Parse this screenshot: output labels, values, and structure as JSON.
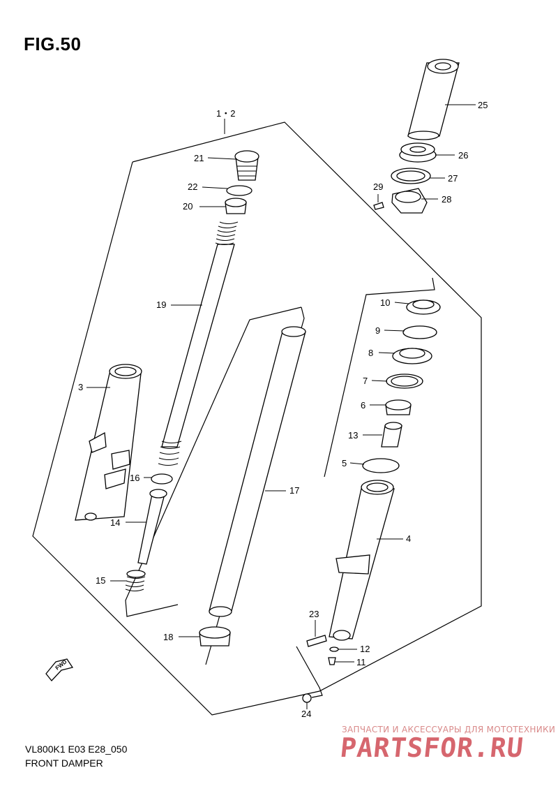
{
  "figure": {
    "title": "FIG.50",
    "model_code": "VL800K1 E03 E28_050",
    "subtitle": "FRONT DAMPER"
  },
  "watermark": {
    "caption": "ЗАПЧАСТИ И АКСЕССУАРЫ ДЛЯ МОТОТЕХНИКИ",
    "logo": "PARTSFOR.RU"
  },
  "fwd_arrow": {
    "label": "FWD"
  },
  "callouts": {
    "c1_2": "1・2",
    "c3": "3",
    "c4": "4",
    "c5": "5",
    "c6": "6",
    "c7": "7",
    "c8": "8",
    "c9": "9",
    "c10": "10",
    "c11": "11",
    "c12": "12",
    "c13": "13",
    "c14": "14",
    "c15": "15",
    "c16": "16",
    "c17": "17",
    "c18": "18",
    "c19": "19",
    "c20": "20",
    "c21": "21",
    "c22": "22",
    "c23": "23",
    "c24": "24",
    "c25": "25",
    "c26": "26",
    "c27": "27",
    "c28": "28",
    "c29": "29"
  }
}
